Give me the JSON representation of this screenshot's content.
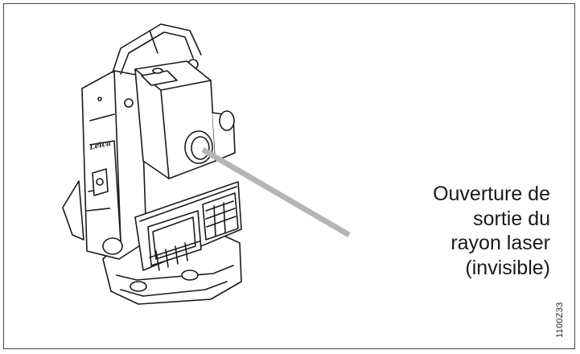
{
  "figure": {
    "callout_lines": [
      "Ouverture de",
      "sortie du",
      "rayon laser",
      "(invisible)"
    ],
    "figure_id": "1100Z33",
    "brand_mark": "Leica",
    "colors": {
      "pointer_line": "#b5b5b5",
      "outline": "#1a1a1a",
      "border": "#444444"
    }
  }
}
